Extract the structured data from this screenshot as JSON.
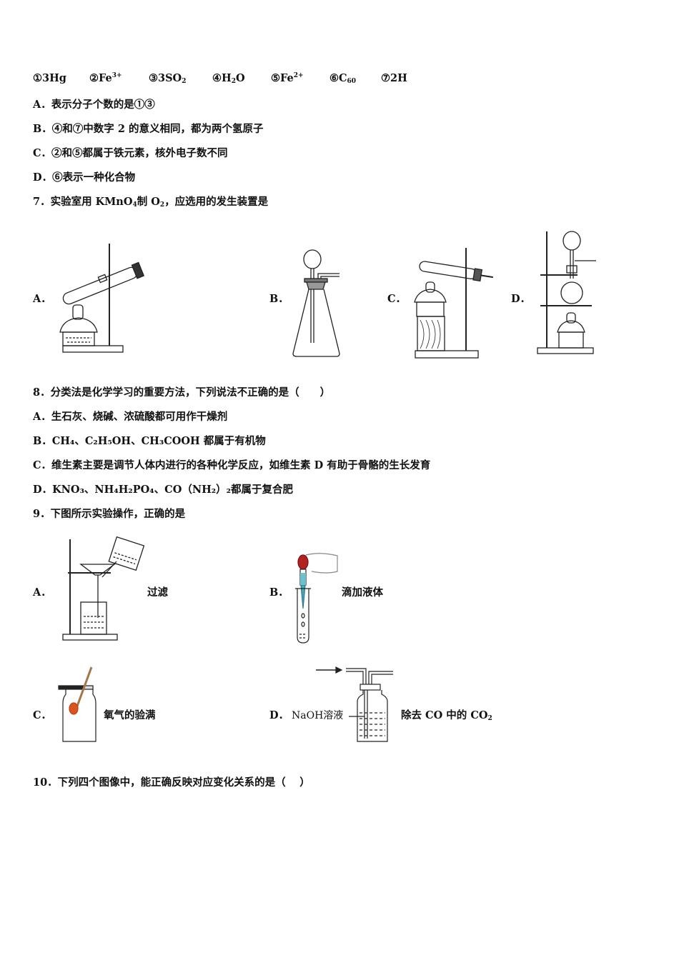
{
  "symbols": [
    {
      "num": "①",
      "text": "3Hg",
      "sub": "",
      "sup": ""
    },
    {
      "num": "②",
      "text": "Fe",
      "sub": "",
      "sup": "3+"
    },
    {
      "num": "③",
      "text": "3SO",
      "sub": "2",
      "sup": ""
    },
    {
      "num": "④",
      "text": "H",
      "sub": "2",
      "after": "O"
    },
    {
      "num": "⑤",
      "text": "Fe",
      "sub": "",
      "sup": "2+"
    },
    {
      "num": "⑥",
      "text": "C",
      "sub": "60",
      "sup": ""
    },
    {
      "num": "⑦",
      "text": "2H",
      "sub": "",
      "sup": ""
    }
  ],
  "q6": {
    "options": [
      {
        "label": "A．",
        "text": "表示分子个数的是①③"
      },
      {
        "label": "B．",
        "text": "④和⑦中数字 2 的意义相同，都为两个氢原子"
      },
      {
        "label": "C．",
        "text": "②和⑤都属于铁元素，核外电子数不同"
      },
      {
        "label": "D．",
        "text": "⑥表示一种化合物"
      }
    ]
  },
  "q7": {
    "number": "7．",
    "stem_pre": "实验室用 KMnO",
    "stem_sub1": "4",
    "stem_mid": "制 O",
    "stem_sub2": "2",
    "stem_post": "，应选用的发生装置是",
    "options": [
      {
        "label": "A．",
        "figure": "test-tube-heating-apparatus"
      },
      {
        "label": "B．",
        "figure": "conical-flask-with-separatory-funnel"
      },
      {
        "label": "C．",
        "figure": "horizontal-test-tube-on-wood-block"
      },
      {
        "label": "D．",
        "figure": "round-flask-with-funnel-heating"
      }
    ]
  },
  "q8": {
    "stem": "8．分类法是化学学习的重要方法，下列说法不正确的是（　　）",
    "options": [
      {
        "label": "A．",
        "text": "生石灰、烧碱、浓硫酸都可用作干燥剂"
      },
      {
        "label": "B．",
        "html_text": "CH₄、C₂H₅OH、CH₃COOH 都属于有机物"
      },
      {
        "label": "C．",
        "text": "维生素主要是调节人体内进行的各种化学反应，如维生素 D 有助于骨骼的生长发育"
      },
      {
        "label": "D．",
        "html_text": "KNO₃、NH₄H₂PO₄、CO（NH₂）₂都属于复合肥"
      }
    ]
  },
  "q9": {
    "stem": "9．下图所示实验操作，正确的是",
    "options": [
      {
        "label": "A．",
        "caption": "过滤"
      },
      {
        "label": "B．",
        "caption": "滴加液体"
      },
      {
        "label": "C．",
        "caption": "氧气的验满"
      },
      {
        "label": "D．",
        "caption_pre": "除去 CO 中的 CO",
        "caption_sub": "2",
        "figure_label": "NaOH溶液"
      }
    ]
  },
  "q10": {
    "stem": "10．下列四个图像中，能正确反映对应变化关系的是（　 ）"
  }
}
